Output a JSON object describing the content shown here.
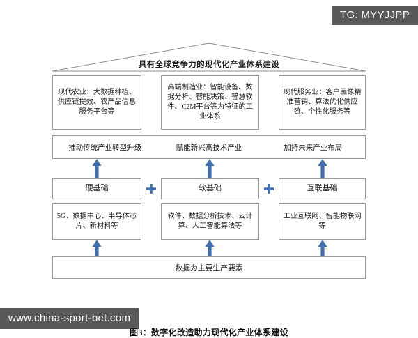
{
  "watermarks": {
    "top_right": "TG: MYYJJPP",
    "bottom_left": "www.china-sport-bet.com"
  },
  "diagram": {
    "roof_title": "具有全球竞争力的现代化产业体系建设",
    "caption": "图3：数字化改造助力现代化产业体系建设",
    "sector_boxes": [
      {
        "id": "agriculture",
        "text": "现代农业：大数据种植、供应链提效、农产品信息服务平台等"
      },
      {
        "id": "manufacturing",
        "text": "高端制造业：智能设备、数据分析、智能决策、智慧软件、C2M平台等为特征的工业体系"
      },
      {
        "id": "services",
        "text": "现代服务业：客户画像精准营销、算法优化供应链、个性化服务等"
      }
    ],
    "strategy_band": [
      {
        "id": "traditional-upgrade",
        "text": "推动传统产业转型升级"
      },
      {
        "id": "emerging-tech",
        "text": "赋能新兴高技术产业"
      },
      {
        "id": "future-layout",
        "text": "加持未来产业布局"
      }
    ],
    "foundation_boxes": [
      {
        "id": "hard",
        "text": "硬基础"
      },
      {
        "id": "soft",
        "text": "软基础"
      },
      {
        "id": "interconnect",
        "text": "互联基础"
      }
    ],
    "foundation_details": [
      {
        "id": "hard-detail",
        "text": "5G、数据中心、半导体芯片、新材料等"
      },
      {
        "id": "soft-detail",
        "text": "软件、数据分析技术、云计算、人工智能算法等"
      },
      {
        "id": "interconnect-detail",
        "text": "工业互联网、智能物联网等"
      }
    ],
    "base_band": "数据为主要生产要素",
    "operators": [
      "+",
      "+"
    ],
    "colors": {
      "arrow_blue": "#3f6fae",
      "box_border": "#9a9a9a",
      "text": "#1a1a1a",
      "watermark_bg": "#595959"
    }
  }
}
